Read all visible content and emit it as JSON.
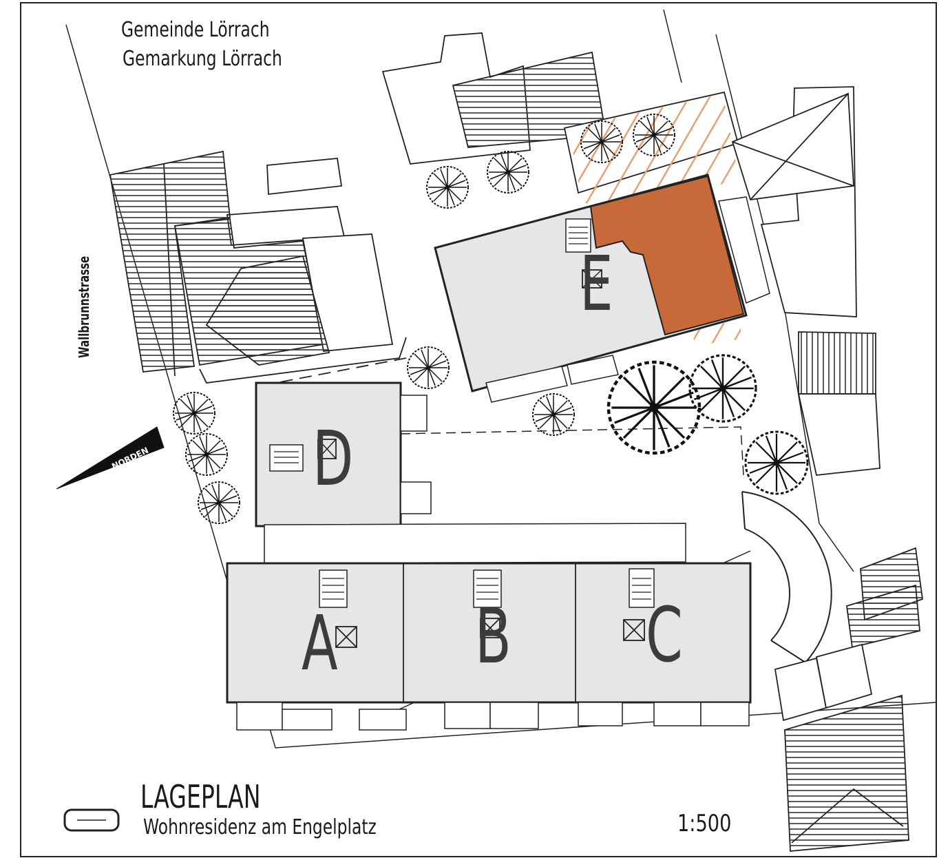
{
  "header": {
    "municipality": "Gemeinde Lörrach",
    "district": "Gemarkung Lörrach"
  },
  "street": "Wallbrunnstrasse",
  "north_label": "NORDEN",
  "buildings": {
    "a": "A",
    "b": "B",
    "c": "C",
    "d": "D",
    "e": "E"
  },
  "title_block": {
    "title": "LAGEPLAN",
    "subtitle": "Wohnresidenz am Engelplatz",
    "scale": "1:500"
  },
  "colors": {
    "highlight_fill": "#c8693a",
    "hatch_lines": "#e8a070",
    "building_fill": "#e6e6e6",
    "ink": "#1a1a1a"
  }
}
